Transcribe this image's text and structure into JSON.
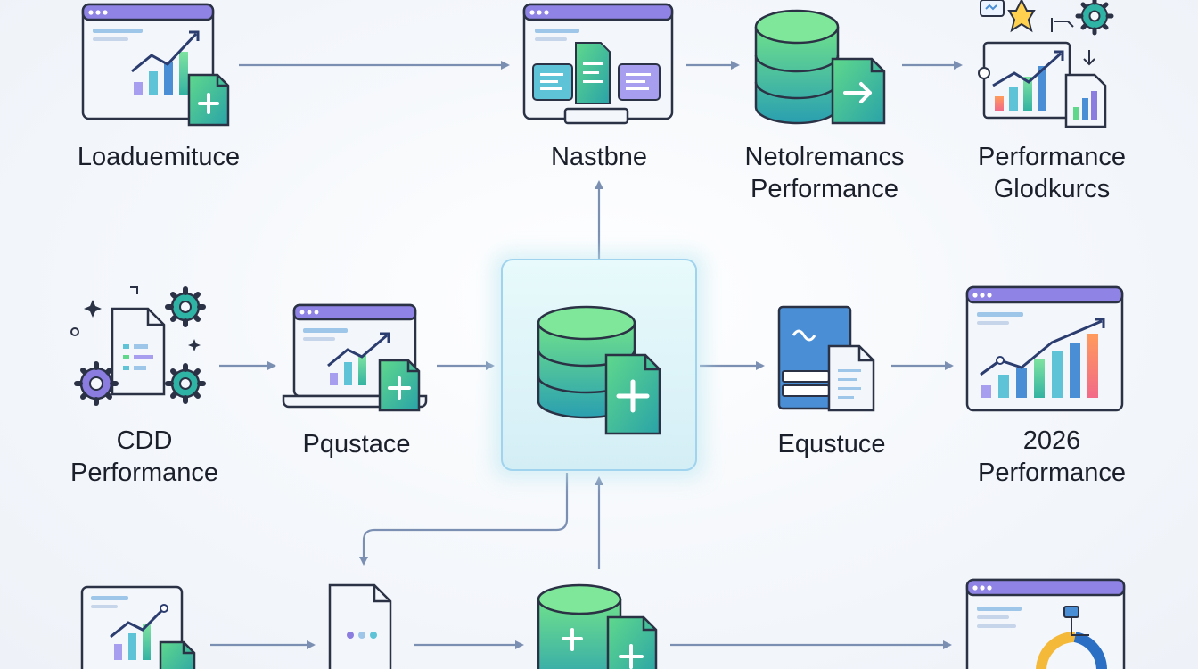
{
  "colors": {
    "arrow": "#7b8fb3",
    "window_outline": "#2b3245",
    "window_titlebar": "#8f84e6",
    "window_body": "#f2f5fb",
    "teal": "#2fb3a4",
    "green": "#5fd88c",
    "blue": "#4a8fd6",
    "purple": "#8b7de0",
    "hub_bg": "#dff5f8",
    "hub_border": "#9fd3ee"
  },
  "nodes": {
    "loadue": {
      "icon": "dashboard-chart-doc-icon",
      "label_lines": [
        "Loaduemituce"
      ]
    },
    "nastbne": {
      "icon": "window-docs-icon",
      "label_lines": [
        "Nastbne"
      ]
    },
    "netolremancs": {
      "icon": "database-arrow-icon",
      "label_lines": [
        "Netolremancs",
        "Performance"
      ]
    },
    "glodkurcs": {
      "icon": "chart-gears-icon",
      "label_lines": [
        "Performance",
        "Glodkurcs"
      ]
    },
    "cdd": {
      "icon": "gears-document-icon",
      "label_lines": [
        "CDD",
        "Performance"
      ]
    },
    "pqustace": {
      "icon": "laptop-chart-doc-icon",
      "label_lines": [
        "Pqustace"
      ]
    },
    "hub": {
      "icon": "database-plus-icon",
      "label_lines": []
    },
    "equstuce": {
      "icon": "report-documents-icon",
      "label_lines": [
        "Equstuce"
      ]
    },
    "perf2026": {
      "icon": "window-bar-chart-icon",
      "label_lines": [
        "2026",
        "Performance"
      ]
    },
    "bottom1": {
      "icon": "window-chart-doc-icon",
      "label_lines": []
    },
    "bottom2": {
      "icon": "document-dots-icon",
      "label_lines": []
    },
    "bottom3": {
      "icon": "database-plus-icon",
      "label_lines": []
    },
    "bottom4": {
      "icon": "window-gauge-icon",
      "label_lines": []
    }
  }
}
